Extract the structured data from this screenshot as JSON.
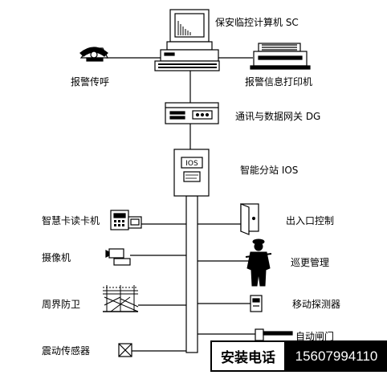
{
  "nodes": {
    "computer": "保安临控计算机 SC",
    "pager": "报警传呼",
    "printer": "报警信息打印机",
    "gateway": "通讯与数据网关 DG",
    "ios": "智能分站 IOS",
    "ios_box_text": "IOS",
    "card_reader": "智慧卡读卡机",
    "access_control": "出入口控制",
    "camera": "摄像机",
    "patrol": "巡更管理",
    "perimeter": "周界防卫",
    "motion_detector": "移动探测器",
    "gate": "自动闸门",
    "vibration_sensor": "震动传感器"
  },
  "banner": {
    "label": "安装电话",
    "phone": "15607994110"
  }
}
